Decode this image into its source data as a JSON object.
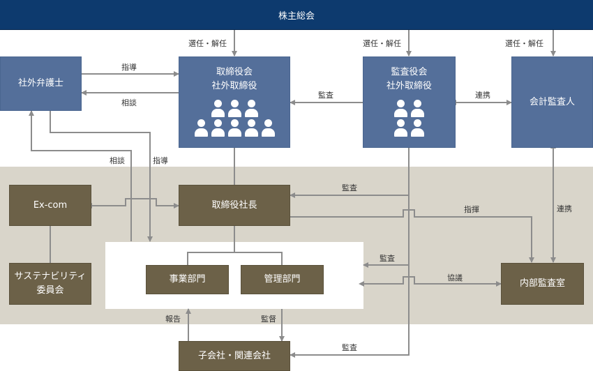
{
  "header": {
    "title": "株主総会"
  },
  "nodes": {
    "board": {
      "line1": "取締役会",
      "line2": "社外取締役",
      "people_rows": [
        3,
        5
      ]
    },
    "audit_board": {
      "line1": "監査役会",
      "line2": "社外取締役",
      "people_rows": [
        2,
        2
      ]
    },
    "lawyer": {
      "label": "社外弁護士"
    },
    "accounting_auditor": {
      "label": "会計監査人"
    },
    "president": {
      "label": "取締役社長"
    },
    "excom": {
      "label": "Ex-com"
    },
    "sustainability": {
      "line1": "サステナビリティ",
      "line2": "委員会"
    },
    "business_dept": {
      "label": "事業部門"
    },
    "admin_dept": {
      "label": "管理部門"
    },
    "internal_audit": {
      "label": "内部監査室"
    },
    "subsidiaries": {
      "label": "子会社・関連会社"
    }
  },
  "edge_labels": {
    "elect_board": "選任・解任",
    "elect_audit": "選任・解任",
    "elect_accountant": "選任・解任",
    "lawyer_to_board": "指導",
    "board_to_lawyer": "相談",
    "audit_to_board": "監査",
    "audit_accountant": "連携",
    "consult_lawyer": "相談",
    "guide_from_lawyer": "指導",
    "audit_to_president": "監査",
    "command_internal": "指揮",
    "accountant_internal": "連携",
    "audit_to_depts": "監査",
    "consult_internal": "協議",
    "report": "報告",
    "supervise": "監督",
    "audit_to_subsidiaries": "監査"
  },
  "colors": {
    "header": "#0d3a6e",
    "board_box": "#546f9a",
    "exec_box": "#6c6148",
    "exec_band": "#d9d5ca",
    "line": "#8c8c8c"
  }
}
